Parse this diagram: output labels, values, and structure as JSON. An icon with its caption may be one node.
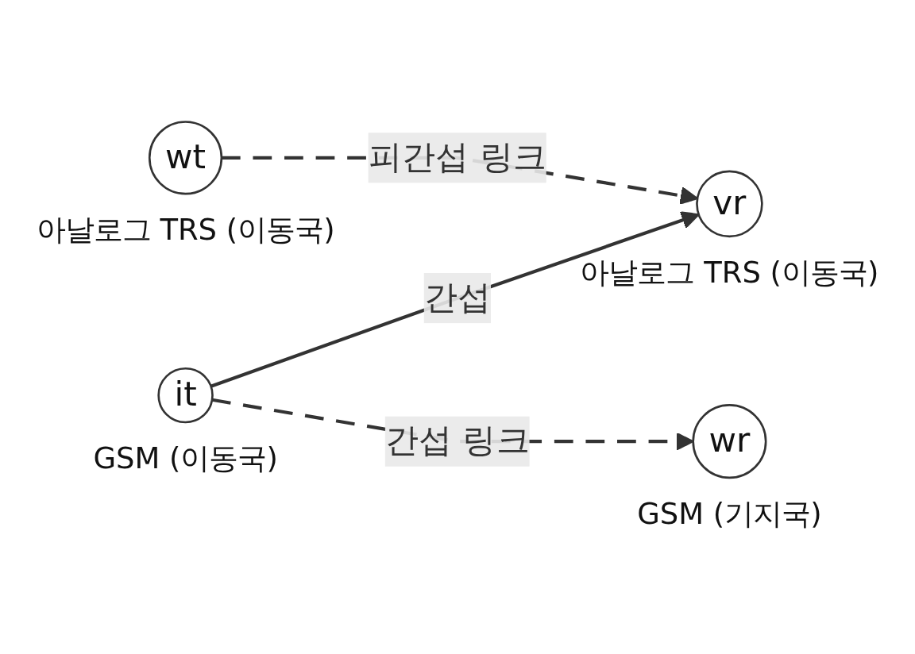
{
  "diagram": {
    "nodes": [
      {
        "text": [
          "wt"
        ],
        "beside": [
          "아날로그 TRS (이동국)"
        ]
      },
      {
        "text": [
          "vr"
        ],
        "beside": [
          "아날로그 TRS (이동국)"
        ]
      },
      {
        "text": [
          "it"
        ],
        "beside": [
          "GSM (이동국)"
        ]
      },
      {
        "text": [
          "wr"
        ],
        "beside": [
          "GSM (기지국)"
        ]
      }
    ],
    "edges": [
      {
        "from": 0,
        "to": 1,
        "arrow": "to",
        "label": "피간섭 링크",
        "style": "dashed"
      },
      {
        "from": 2,
        "to": 1,
        "arrow": "to",
        "label": "간섭"
      },
      {
        "from": 2,
        "to": 3,
        "arrow": "to",
        "label": "간섭 링크",
        "style": "dashed"
      }
    ]
  }
}
